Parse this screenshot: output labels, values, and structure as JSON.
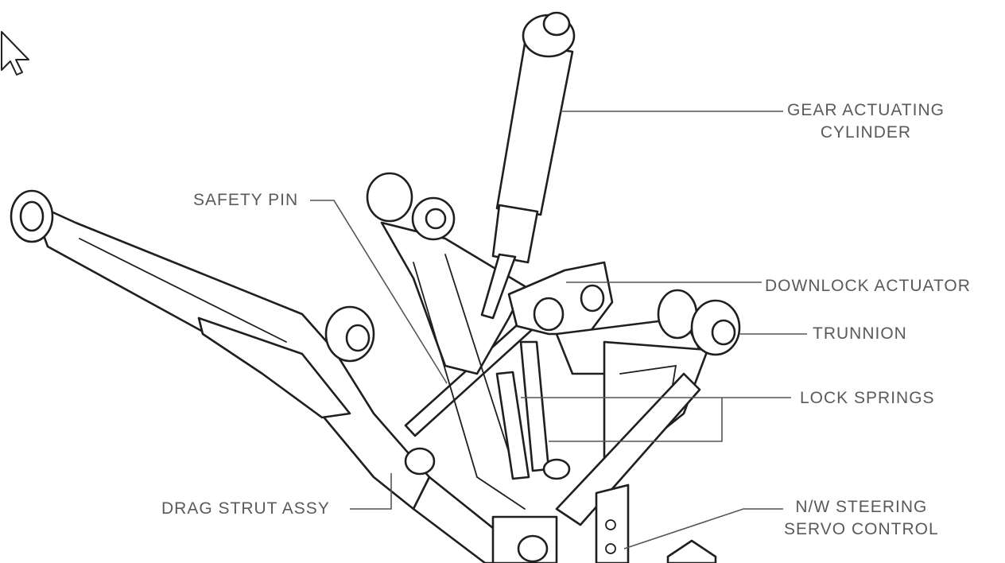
{
  "labels": {
    "gear_actuating_cylinder": [
      "GEAR ACTUATING",
      "CYLINDER"
    ],
    "safety_pin": "SAFETY PIN",
    "downlock_actuator": "DOWNLOCK ACTUATOR",
    "trunnion": "TRUNNION",
    "lock_springs": "LOCK SPRINGS",
    "drag_strut_assy": "DRAG STRUT ASSY",
    "nw_steering_servo_control": [
      "N/W STEERING",
      "SERVO CONTROL"
    ]
  },
  "colors": {
    "line_art": "#1f1f1f",
    "label_text": "#5a5a5a",
    "background": "#ffffff"
  },
  "icons": {
    "cursor": "mouse-pointer-icon"
  }
}
